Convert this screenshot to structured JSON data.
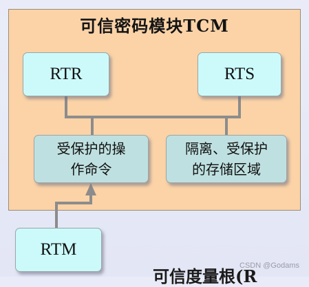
{
  "title": "可信密码模块TCM",
  "boxes": {
    "rtr": "RTR",
    "rts": "RTS",
    "op_line1": "受保护的操",
    "op_line2": "作命令",
    "region_line1": "隔离、受保护",
    "region_line2": "的存储区域",
    "rtm": "RTM"
  },
  "caption": "可信度量根(R",
  "watermark": "CSDN @Godams",
  "colors": {
    "panel": "#fbd3a7",
    "box_cyan": "#ccfafa",
    "box_teal": "#bfe0e0",
    "connector": "#8c8c8c"
  }
}
